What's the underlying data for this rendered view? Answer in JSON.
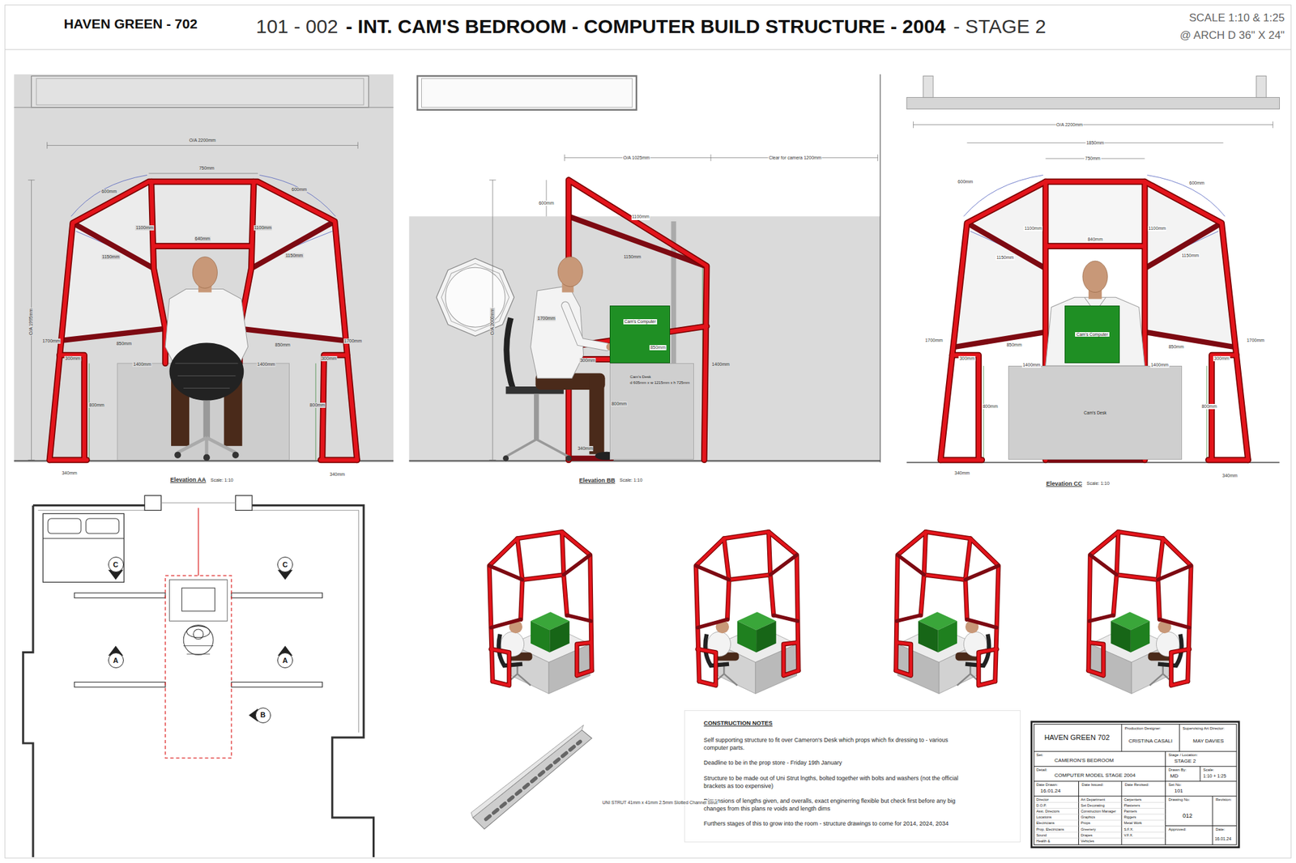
{
  "diagram": {
    "title": "- INT. CAM'S BEDROOM - COMPUTER BUILD STRUCTURE - 2004",
    "nodes": [
      {
        "text": [
          "Cam's Computer"
        ]
      },
      {
        "text": [
          "Cam's Desk",
          "d 605mm x w 1215mm x h 725mm"
        ]
      },
      {
        "text": [
          "Cam's Computer"
        ]
      },
      {
        "text": [
          "Cam's Desk"
        ]
      },
      {
        "text": [
          "C"
        ]
      },
      {
        "text": [
          "C"
        ]
      },
      {
        "text": [
          "A"
        ]
      },
      {
        "text": [
          "A"
        ]
      },
      {
        "text": [
          "B"
        ]
      },
      {
        "text": [
          "CONSTRUCTION NOTES",
          "Self supporting structure to fit over Cameron's Desk which props which fix dressing to - various computer parts.",
          "Deadline to be in the prop store - Friday 19th January",
          "Structure to be made out of Uni Strut lngths, bolted together with bolts and washers (not the official brackets as too expensive)",
          "Dimensions of lengths given, and overalls, exact enginerring flexible but check first before any big changes from this plans re voids and length dims",
          "Furthers stages of this to grow into the room - structure drawings to come for 2014, 2024, 2034"
        ]
      }
    ],
    "labels": [
      "HAVEN GREEN - 702",
      "101 - 002",
      "- STAGE 2",
      "SCALE 1:10 & 1:25",
      "@ ARCH D 36\" X 24\"",
      "O/A 2200mm",
      "750mm",
      "600mm",
      "600mm",
      "1100mm",
      "1100mm",
      "640mm",
      "1150mm",
      "1150mm",
      "O/A 1995mm",
      "1700mm",
      "1700mm",
      "850mm",
      "850mm",
      "300mm",
      "300mm",
      "1400mm",
      "1400mm",
      "800mm",
      "800mm",
      "340mm",
      "340mm",
      "Elevation AA",
      "Scale: 1:10",
      "O/A 1025mm",
      "Clear for camera 1200mm",
      "600mm",
      "1100mm",
      "1150mm",
      "O/A 2000mm",
      "1700mm",
      "850mm",
      "300mm",
      "1400mm",
      "800mm",
      "340mm",
      "Elevation BB",
      "Scale: 1:10",
      "O/A 2200mm",
      "1850mm",
      "750mm",
      "600mm",
      "600mm",
      "1100mm",
      "1100mm",
      "840mm",
      "1150mm",
      "1150mm",
      "1700mm",
      "1700mm",
      "850mm",
      "850mm",
      "300mm",
      "300mm",
      "1400mm",
      "1400mm",
      "800mm",
      "800mm",
      "340mm",
      "340mm",
      "Elevation CC",
      "Scale: 1:10",
      "UNI STRUT 41mm x 41mm 2.5mm Slotted Channel Strut",
      "HAVEN GREEN 702",
      "Production Designer:",
      "CRISTINA CASALI",
      "Supervising Art Director:",
      "MAY DAVIES",
      "Set:",
      "CAMERON'S BEDROOM",
      "Stage / Location:",
      "STAGE 2",
      "Detail:",
      "COMPUTER MODEL STAGE 2004",
      "Drawn By:",
      "MD",
      "Scale:",
      "1:10 + 1:25",
      "Date Drawn:",
      "16.01.24",
      "Date Issued:",
      "Date Revised:",
      "Set No:",
      "101",
      "Drawing No:",
      "012",
      "Revision:",
      "Approved:",
      "Date:",
      "16.01.24",
      "Director",
      "D.O.P.",
      "Asst. Directors",
      "Locations",
      "Electricians",
      "Prop. Electricians",
      "Sound",
      "Health &",
      "Art Department",
      "Set Decorating",
      "Construction Manager",
      "Graphics",
      "Props",
      "Greenery",
      "Drapes",
      "Vehicles",
      "Carpenters",
      "Plasterers",
      "Painters",
      "Riggers",
      "Metal Work",
      "S.F.X.",
      "V.F.X."
    ]
  }
}
